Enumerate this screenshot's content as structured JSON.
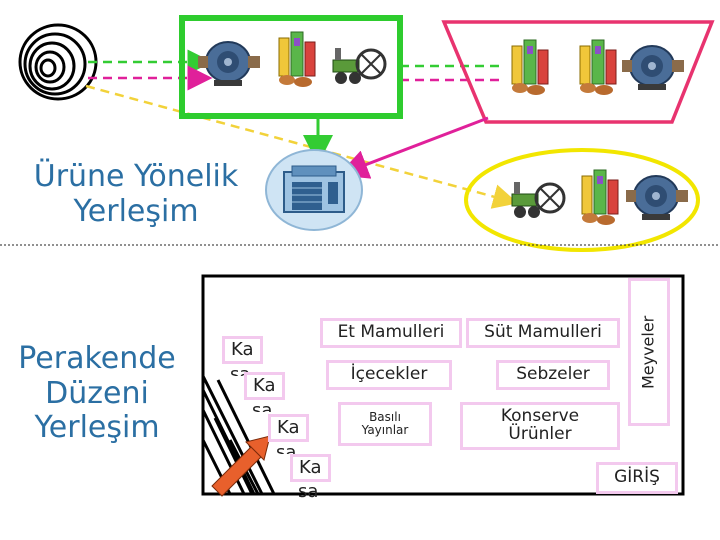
{
  "upper_title": {
    "line1": "Ürüne Yönelik",
    "line2": "Yerleşim"
  },
  "lower_title": {
    "line1": "Perakende",
    "line2": "Düzeni",
    "line3": "Yerleşim"
  },
  "kasa": [
    {
      "top": "Ka",
      "bottom": "sa"
    },
    {
      "top": "Ka",
      "bottom": "sa"
    },
    {
      "top": "Ka",
      "bottom": "sa"
    },
    {
      "top": "Ka",
      "bottom": "sa"
    }
  ],
  "departments": {
    "et": "Et Mamulleri",
    "sut": "Süt Mamulleri",
    "icecek": "İçecekler",
    "sebze": "Sebzeler",
    "basili_1": "Basılı",
    "basili_2": "Yayınlar",
    "konserve_1": "Konserve",
    "konserve_2": "Ürünler",
    "meyve": "Meyveler"
  },
  "entrance": "GİRİŞ",
  "colors": {
    "title_blue": "#2b6fa3",
    "green_frame": "#2ecc2e",
    "pink_frame": "#e8336f",
    "yellow_frame": "#f2e600",
    "aisle_border": "#f3c9ee",
    "arrow_green": "#33cc33",
    "arrow_magenta": "#e0209a",
    "arrow_yellow": "#f2d23a",
    "store_floor_border": "#000000",
    "checkout_arrow": "#e8602c"
  },
  "icons": [
    "coil-icon",
    "pump-machine-icon",
    "packaging-machine-icon",
    "tractor-machine-icon",
    "factory-building-icon",
    "arrow-icon"
  ]
}
